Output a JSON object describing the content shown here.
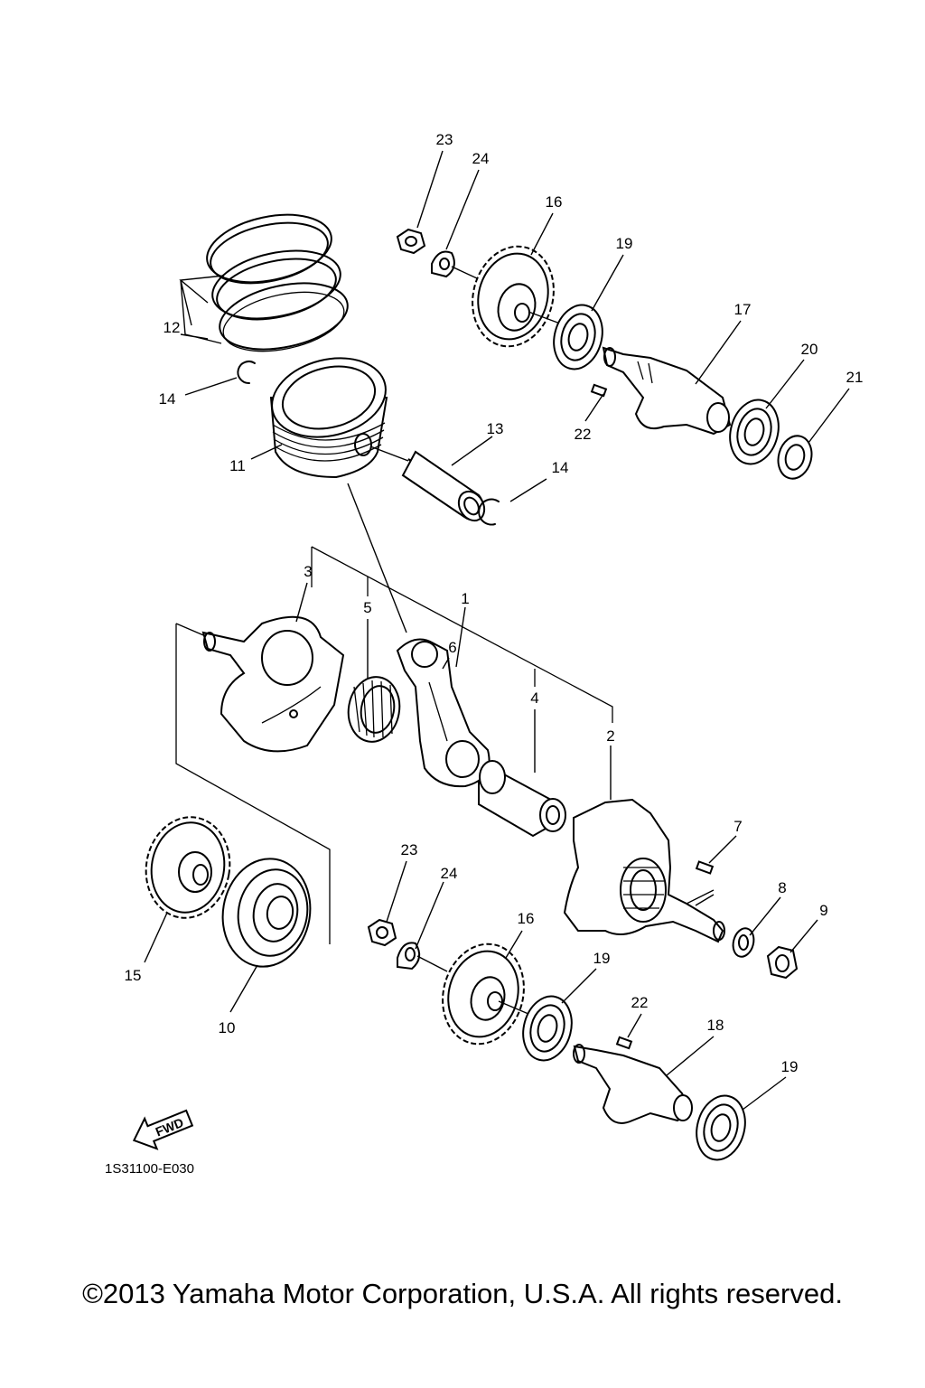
{
  "callouts": [
    {
      "id": "c23a",
      "label": "23"
    },
    {
      "id": "c24a",
      "label": "24"
    },
    {
      "id": "c16a",
      "label": "16"
    },
    {
      "id": "c19a",
      "label": "19"
    },
    {
      "id": "c17",
      "label": "17"
    },
    {
      "id": "c20",
      "label": "20"
    },
    {
      "id": "c21",
      "label": "21"
    },
    {
      "id": "c22a",
      "label": "22"
    },
    {
      "id": "c12",
      "label": "12"
    },
    {
      "id": "c14a",
      "label": "14"
    },
    {
      "id": "c11",
      "label": "11"
    },
    {
      "id": "c13",
      "label": "13"
    },
    {
      "id": "c14b",
      "label": "14"
    },
    {
      "id": "c3",
      "label": "3"
    },
    {
      "id": "c5",
      "label": "5"
    },
    {
      "id": "c1",
      "label": "1"
    },
    {
      "id": "c6",
      "label": "6"
    },
    {
      "id": "c4",
      "label": "4"
    },
    {
      "id": "c2",
      "label": "2"
    },
    {
      "id": "c7",
      "label": "7"
    },
    {
      "id": "c8",
      "label": "8"
    },
    {
      "id": "c9",
      "label": "9"
    },
    {
      "id": "c23b",
      "label": "23"
    },
    {
      "id": "c24b",
      "label": "24"
    },
    {
      "id": "c16b",
      "label": "16"
    },
    {
      "id": "c19b",
      "label": "19"
    },
    {
      "id": "c22b",
      "label": "22"
    },
    {
      "id": "c18",
      "label": "18"
    },
    {
      "id": "c19c",
      "label": "19"
    },
    {
      "id": "c15",
      "label": "15"
    },
    {
      "id": "c10",
      "label": "10"
    }
  ],
  "fwd_label": "FWD",
  "diagram_code": "1S31100-E030",
  "copyright": "©2013 Yamaha Motor Corporation, U.S.A. All rights reserved."
}
